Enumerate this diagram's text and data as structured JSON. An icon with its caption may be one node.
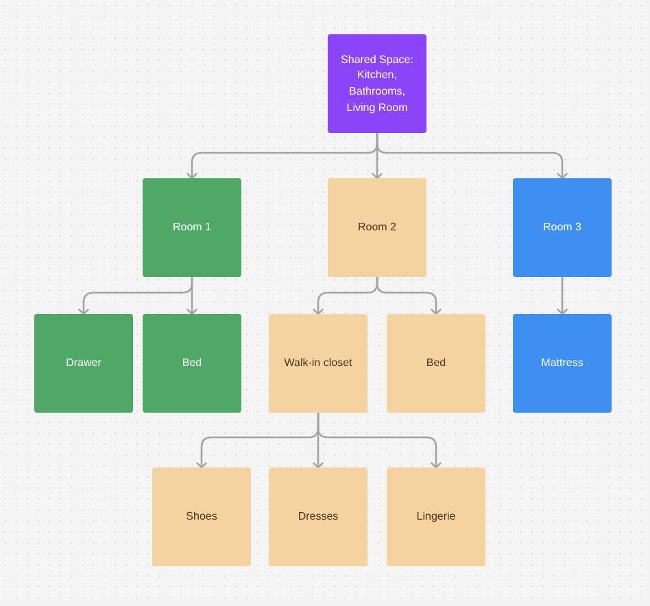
{
  "diagram": {
    "nodes": [
      {
        "text": [
          "Shared Space: Kitchen, Bathrooms, Living Room"
        ]
      },
      {
        "text": [
          "Room 1"
        ]
      },
      {
        "text": [
          "Room 2"
        ]
      },
      {
        "text": [
          "Room 3"
        ]
      },
      {
        "text": [
          "Drawer"
        ]
      },
      {
        "text": [
          "Bed"
        ]
      },
      {
        "text": [
          "Walk-in closet"
        ]
      },
      {
        "text": [
          "Bed"
        ]
      },
      {
        "text": [
          "Mattress"
        ]
      },
      {
        "text": [
          "Shoes"
        ]
      },
      {
        "text": [
          "Dresses"
        ]
      },
      {
        "text": [
          "Lingerie"
        ]
      }
    ],
    "edges": [
      {
        "from": 0,
        "to": 1,
        "arrow": "to"
      },
      {
        "from": 0,
        "to": 2,
        "arrow": "to"
      },
      {
        "from": 0,
        "to": 3,
        "arrow": "to"
      },
      {
        "from": 1,
        "to": 4,
        "arrow": "to"
      },
      {
        "from": 1,
        "to": 5,
        "arrow": "to"
      },
      {
        "from": 2,
        "to": 6,
        "arrow": "to"
      },
      {
        "from": 2,
        "to": 7,
        "arrow": "to"
      },
      {
        "from": 3,
        "to": 8,
        "arrow": "to"
      },
      {
        "from": 6,
        "to": 9,
        "arrow": "to"
      },
      {
        "from": 6,
        "to": 10,
        "arrow": "to"
      },
      {
        "from": 6,
        "to": 11,
        "arrow": "to"
      }
    ]
  }
}
